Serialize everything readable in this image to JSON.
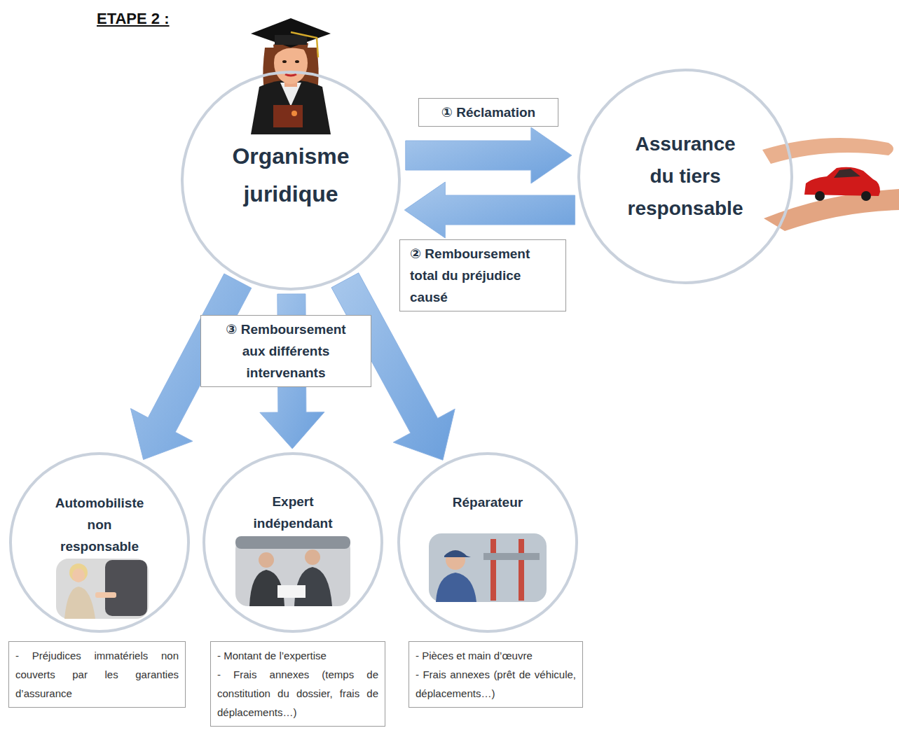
{
  "diagram": {
    "title": "ETAPE 2 :",
    "nodes": [
      {
        "text": [
          "Organisme juridique"
        ]
      },
      {
        "text": [
          "Assurance du tiers responsable"
        ]
      },
      {
        "text": [
          "Automobiliste non responsable"
        ]
      },
      {
        "text": [
          "Expert indépendant"
        ]
      },
      {
        "text": [
          "Réparateur"
        ]
      },
      {
        "text": [
          "- Préjudices immatériels non couverts par les garanties d’assurance"
        ]
      },
      {
        "text": [
          "- Montant de l’expertise",
          "- Frais annexes (temps de constitution du dossier, frais de déplacements…)"
        ]
      },
      {
        "text": [
          "- Pièces et main d’œuvre",
          "- Frais annexes (prêt de véhicule, déplacements…)"
        ]
      }
    ],
    "edges": [
      {
        "from": 0,
        "to": 1,
        "label": "① Réclamation",
        "arrow": "to"
      },
      {
        "from": 1,
        "to": 0,
        "label": "② Remboursement total du préjudice causé",
        "arrow": "to"
      },
      {
        "from": 0,
        "to": 2,
        "arrow": "to"
      },
      {
        "from": 0,
        "to": 3,
        "label": "③ Remboursement aux différents intervenants",
        "arrow": "to"
      },
      {
        "from": 0,
        "to": 4,
        "arrow": "to"
      }
    ]
  }
}
